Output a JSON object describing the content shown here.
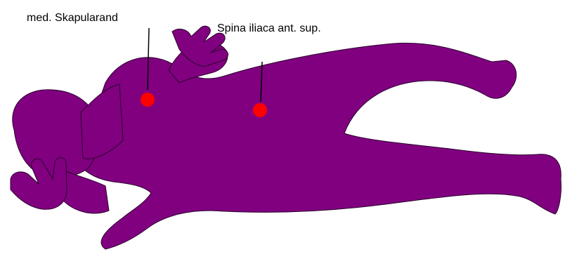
{
  "colors": {
    "figure": "#800080",
    "outline": "#2a002a",
    "marker": "#ff0000",
    "background": "#ffffff",
    "leader": "#000000"
  },
  "labels": {
    "scapula": "med. Skapularand",
    "iliac": "Spina iliaca ant. sup."
  },
  "markers": [
    {
      "name": "med. Skapularand"
    },
    {
      "name": "Spina iliaca ant. sup."
    }
  ]
}
